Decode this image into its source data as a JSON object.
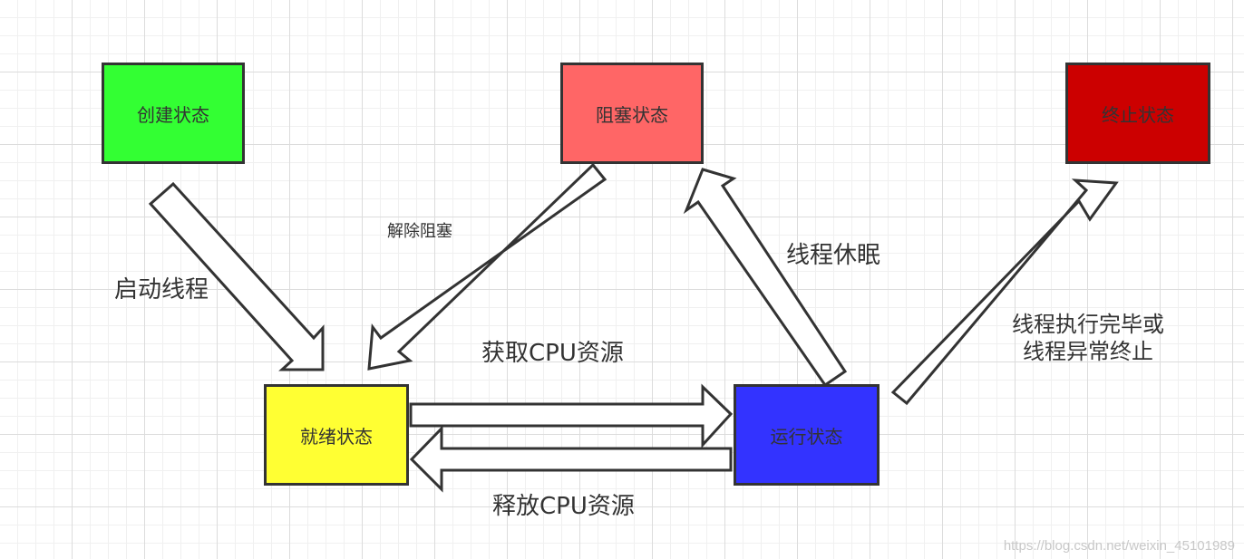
{
  "colors": {
    "created": "#33ff33",
    "blocked": "#ff6666",
    "terminated": "#cc0000",
    "ready": "#ffff33",
    "running": "#3333ff",
    "border": "#333333",
    "arrow_fill": "#ffffff"
  },
  "states": {
    "created": "创建状态",
    "blocked": "阻塞状态",
    "terminated": "终止状态",
    "ready": "就绪状态",
    "running": "运行状态"
  },
  "transitions": {
    "start_thread": "启动线程",
    "unblock": "解除阻塞",
    "sleep": "线程休眠",
    "get_cpu": "获取CPU资源",
    "release_cpu": "释放CPU资源",
    "finish_line1": "线程执行完毕或",
    "finish_line2": "线程异常终止"
  },
  "watermark": "https://blog.csdn.net/weixin_45101989"
}
